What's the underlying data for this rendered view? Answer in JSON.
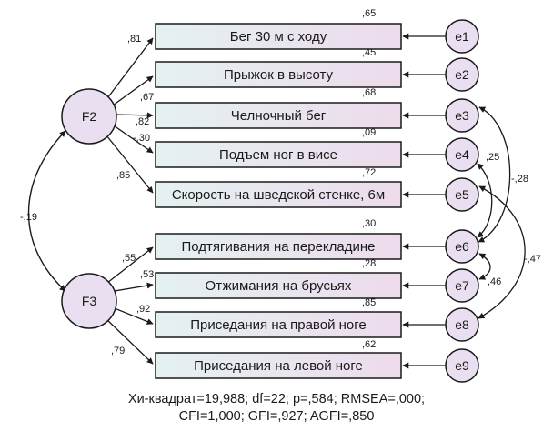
{
  "observed": [
    {
      "label": "Бег 30 м с ходу",
      "r2": ",65",
      "error": "e1",
      "loading": ",81"
    },
    {
      "label": "Прыжок в высоту",
      "r2": ",45",
      "error": "e2",
      "loading": ",67"
    },
    {
      "label": "Челночный бег",
      "r2": ",68",
      "error": "e3",
      "loading": ",82"
    },
    {
      "label": "Подъем ног в висе",
      "r2": ",09",
      "error": "e4",
      "loading": "-,30"
    },
    {
      "label": "Скорость на шведской стенке, 6м",
      "r2": ",72",
      "error": "e5",
      "loading": ",85"
    },
    {
      "label": "Подтягивания на перекладине",
      "r2": ",30",
      "error": "e6",
      "loading": ",55"
    },
    {
      "label": "Отжимания на брусьях",
      "r2": ",28",
      "error": "e7",
      "loading": ",53"
    },
    {
      "label": "Приседания на правой ноге",
      "r2": ",85",
      "error": "e8",
      "loading": ",92"
    },
    {
      "label": "Приседания на левой ноге",
      "r2": ",62",
      "error": "e9",
      "loading": ",79"
    }
  ],
  "factors": [
    {
      "label": "F2"
    },
    {
      "label": "F3"
    }
  ],
  "factor_covariance": "-,19",
  "error_covariances": [
    {
      "from": "e4",
      "to": "e6",
      "value": ",25"
    },
    {
      "from": "e3",
      "to": "e6",
      "value": "-,28"
    },
    {
      "from": "e5",
      "to": "e8",
      "value": "-,47"
    },
    {
      "from": "e6",
      "to": "e7",
      "value": ",46"
    }
  ],
  "fit": {
    "line1": "Хи-квадрат=19,988; df=22; p=,584; RMSEA=,000;",
    "line2": "CFI=1,000; GFI=,927;  AGFI=,850"
  },
  "colors": {
    "box_fill_left": "#e4f1f1",
    "box_fill_right": "#eddbec",
    "node_fill": "#e9dff0",
    "stroke": "#1a1a1a"
  }
}
